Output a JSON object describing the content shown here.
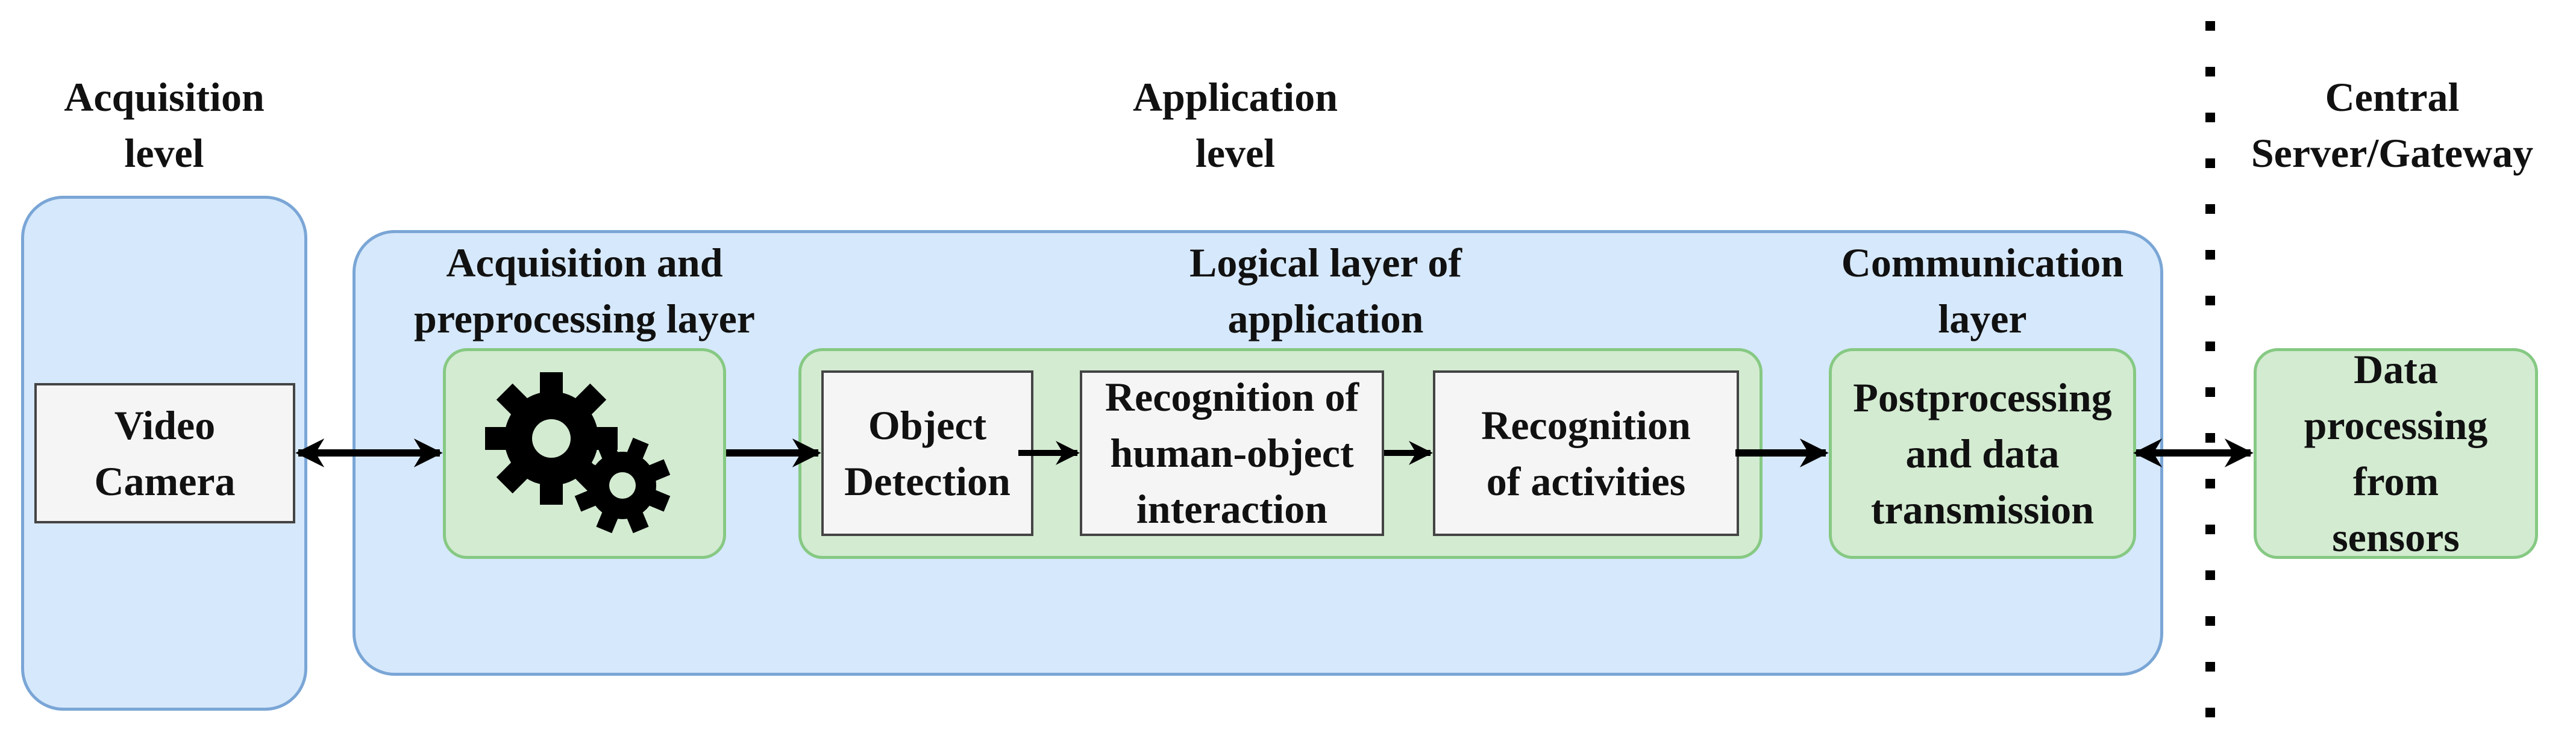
{
  "headers": {
    "acquisition": "Acquisition\nlevel",
    "application": "Application\nlevel",
    "central": "Central\nServer/Gateway"
  },
  "layers": {
    "acq_pre": "Acquisition and\npreprocessing layer",
    "logical": "Logical layer of\napplication",
    "communication": "Communication\nlayer"
  },
  "boxes": {
    "video_camera": "Video\nCamera",
    "object_detection": "Object\nDetection",
    "hoi": "Recognition of\nhuman-object\ninteraction",
    "activities": "Recognition\nof activities",
    "postprocessing": "Postprocessing\nand data\ntransmission",
    "data_processing": "Data\nprocessing\nfrom\nsensors"
  },
  "icons": {
    "preprocessing": "gears-icon"
  },
  "colors": {
    "level_fill": "#d6e8fb",
    "level_border": "#7aa6d6",
    "module_fill": "#d3ebd1",
    "module_border": "#86c983",
    "box_fill": "#f5f5f5",
    "box_border": "#444444",
    "arrow": "#000000"
  }
}
